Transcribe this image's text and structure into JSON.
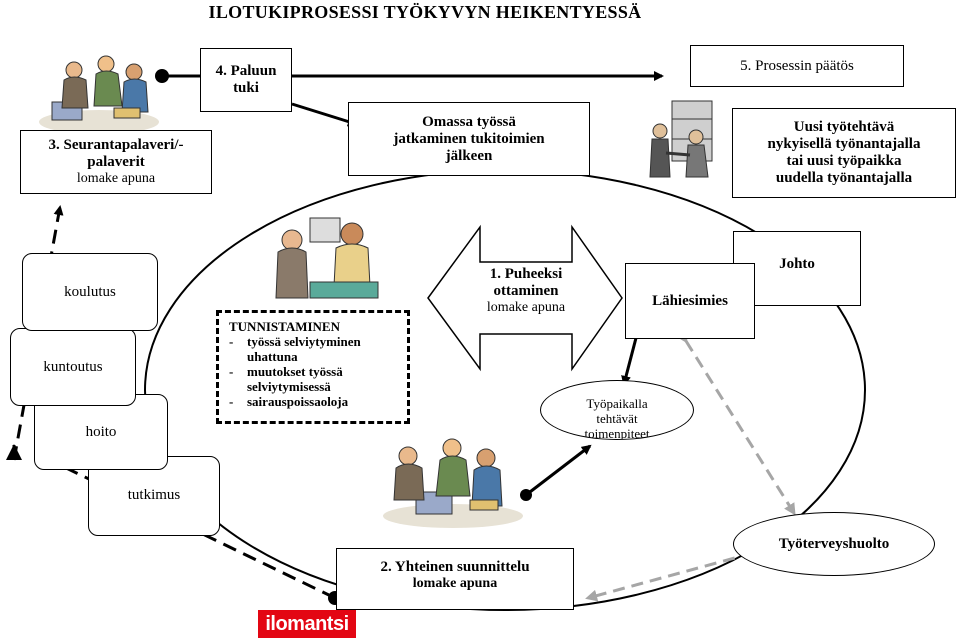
{
  "title": "ILOTUKIPROSESSI TYÖKYVYN HEIKENTYESSÄ",
  "step3": {
    "line1": "3. Seurantapalaveri/-",
    "line2": "palaverit",
    "sub": "lomake apuna"
  },
  "step4": {
    "line1": "4. Paluun",
    "line2": "tuki"
  },
  "step5": {
    "label": "5. Prosessin päätös"
  },
  "continue": {
    "line1": "Omassa työssä",
    "line2": "jatkaminen tukitoimien",
    "line3": "jälkeen"
  },
  "newjob": {
    "line1": "Uusi työtehtävä",
    "line2": "nykyisellä työnantajalla",
    "line3": "tai uusi työpaikka",
    "line4": "uudella työnantajalla"
  },
  "options": [
    "koulutus",
    "kuntoutus",
    "hoito",
    "tutkimus"
  ],
  "identify": {
    "heading": "TUNNISTAMINEN",
    "items": [
      "työssä selviytyminen uhattuna",
      "muutokset työssä selviytymisessä",
      "sairauspoissaoloja"
    ]
  },
  "step1": {
    "line1": "1. Puheeksi",
    "line2": "ottaminen",
    "sub": "lomake apuna"
  },
  "management": "Johto",
  "supervisors": "Lähiesimies",
  "workplace": {
    "line1": "Työpaikalla",
    "line2": "tehtävät",
    "line3": "toimenpiteet"
  },
  "health": "Työterveyshuolto",
  "step2": {
    "line1": "2. Yhteinen suunnittelu",
    "sub": "lomake apuna"
  },
  "logo": "ilomantsi",
  "colors": {
    "solid": "#000000",
    "grey_dashed": "#a6a6a6",
    "logo_red": "#e30613"
  },
  "icons": [
    "meeting-clipart",
    "office-handshake-clipart",
    "conversation-clipart",
    "meeting-clipart-bottom"
  ]
}
